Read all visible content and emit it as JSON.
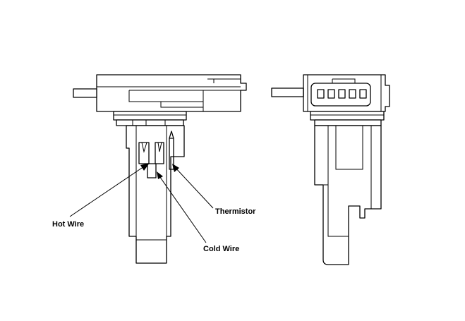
{
  "labels": {
    "hot_wire": "Hot Wire",
    "cold_wire": "Cold Wire",
    "thermistor": "Thermistor"
  }
}
